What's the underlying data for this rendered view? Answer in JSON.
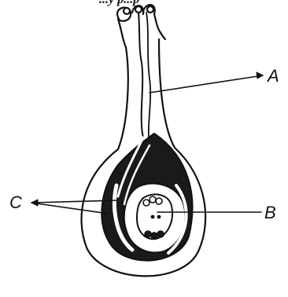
{
  "top_text": "...y p...p",
  "labels": {
    "a": "A",
    "b": "B",
    "c": "C"
  },
  "colors": {
    "ink": "#111111",
    "fill": "#1a1a1a",
    "background": "#ffffff"
  }
}
